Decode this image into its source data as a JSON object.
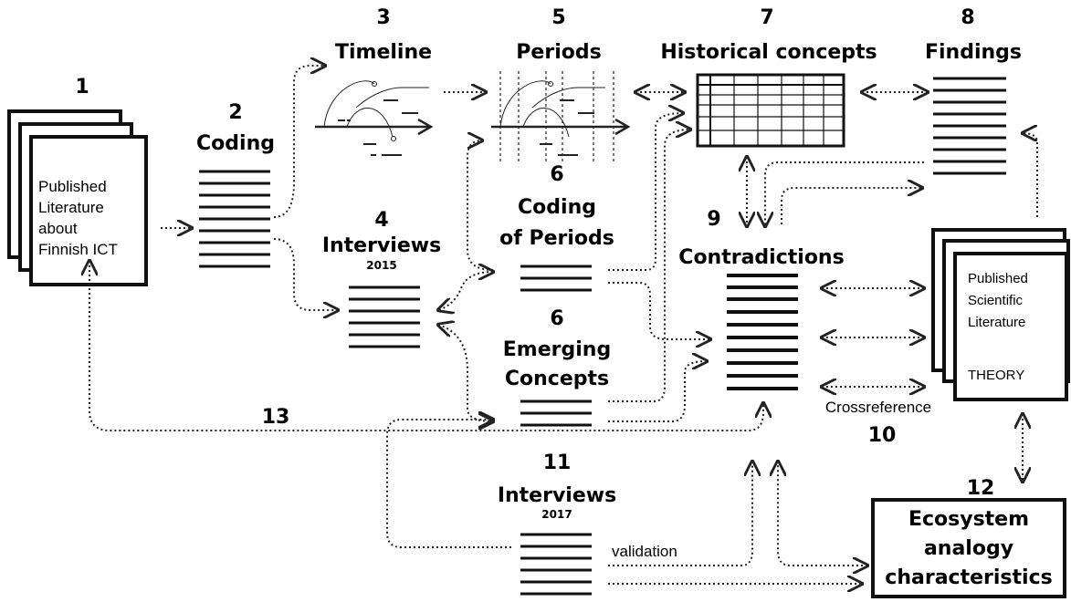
{
  "steps": {
    "s1": {
      "num": "1",
      "doc_lines": [
        "Published",
        "Literature",
        "about",
        "Finnish ICT"
      ]
    },
    "s2": {
      "num": "2",
      "title": "Coding"
    },
    "s3": {
      "num": "3",
      "title": "Timeline"
    },
    "s4": {
      "num": "4",
      "title": "Interviews",
      "year": "2015"
    },
    "s5": {
      "num": "5",
      "title": "Periods"
    },
    "s6a": {
      "num": "6",
      "title_lines": [
        "Coding",
        "of Periods"
      ]
    },
    "s6b": {
      "num": "6",
      "title_lines": [
        "Emerging",
        "Concepts"
      ]
    },
    "s7": {
      "num": "7",
      "title": "Historical concepts"
    },
    "s8": {
      "num": "8",
      "title": "Findings"
    },
    "s9": {
      "num": "9",
      "title": "Contradictions"
    },
    "s10": {
      "num": "10",
      "label": "Crossreference"
    },
    "s11": {
      "num": "11",
      "title": "Interviews",
      "year": "2017",
      "edge_label": "validation"
    },
    "s12": {
      "num": "12",
      "title_lines": [
        "Ecosystem",
        "analogy",
        "characteristics"
      ]
    },
    "s13": {
      "num": "13"
    },
    "theory_doc": {
      "lines": [
        "Published",
        "Scientific",
        "Literature"
      ],
      "tag": "THEORY"
    }
  }
}
